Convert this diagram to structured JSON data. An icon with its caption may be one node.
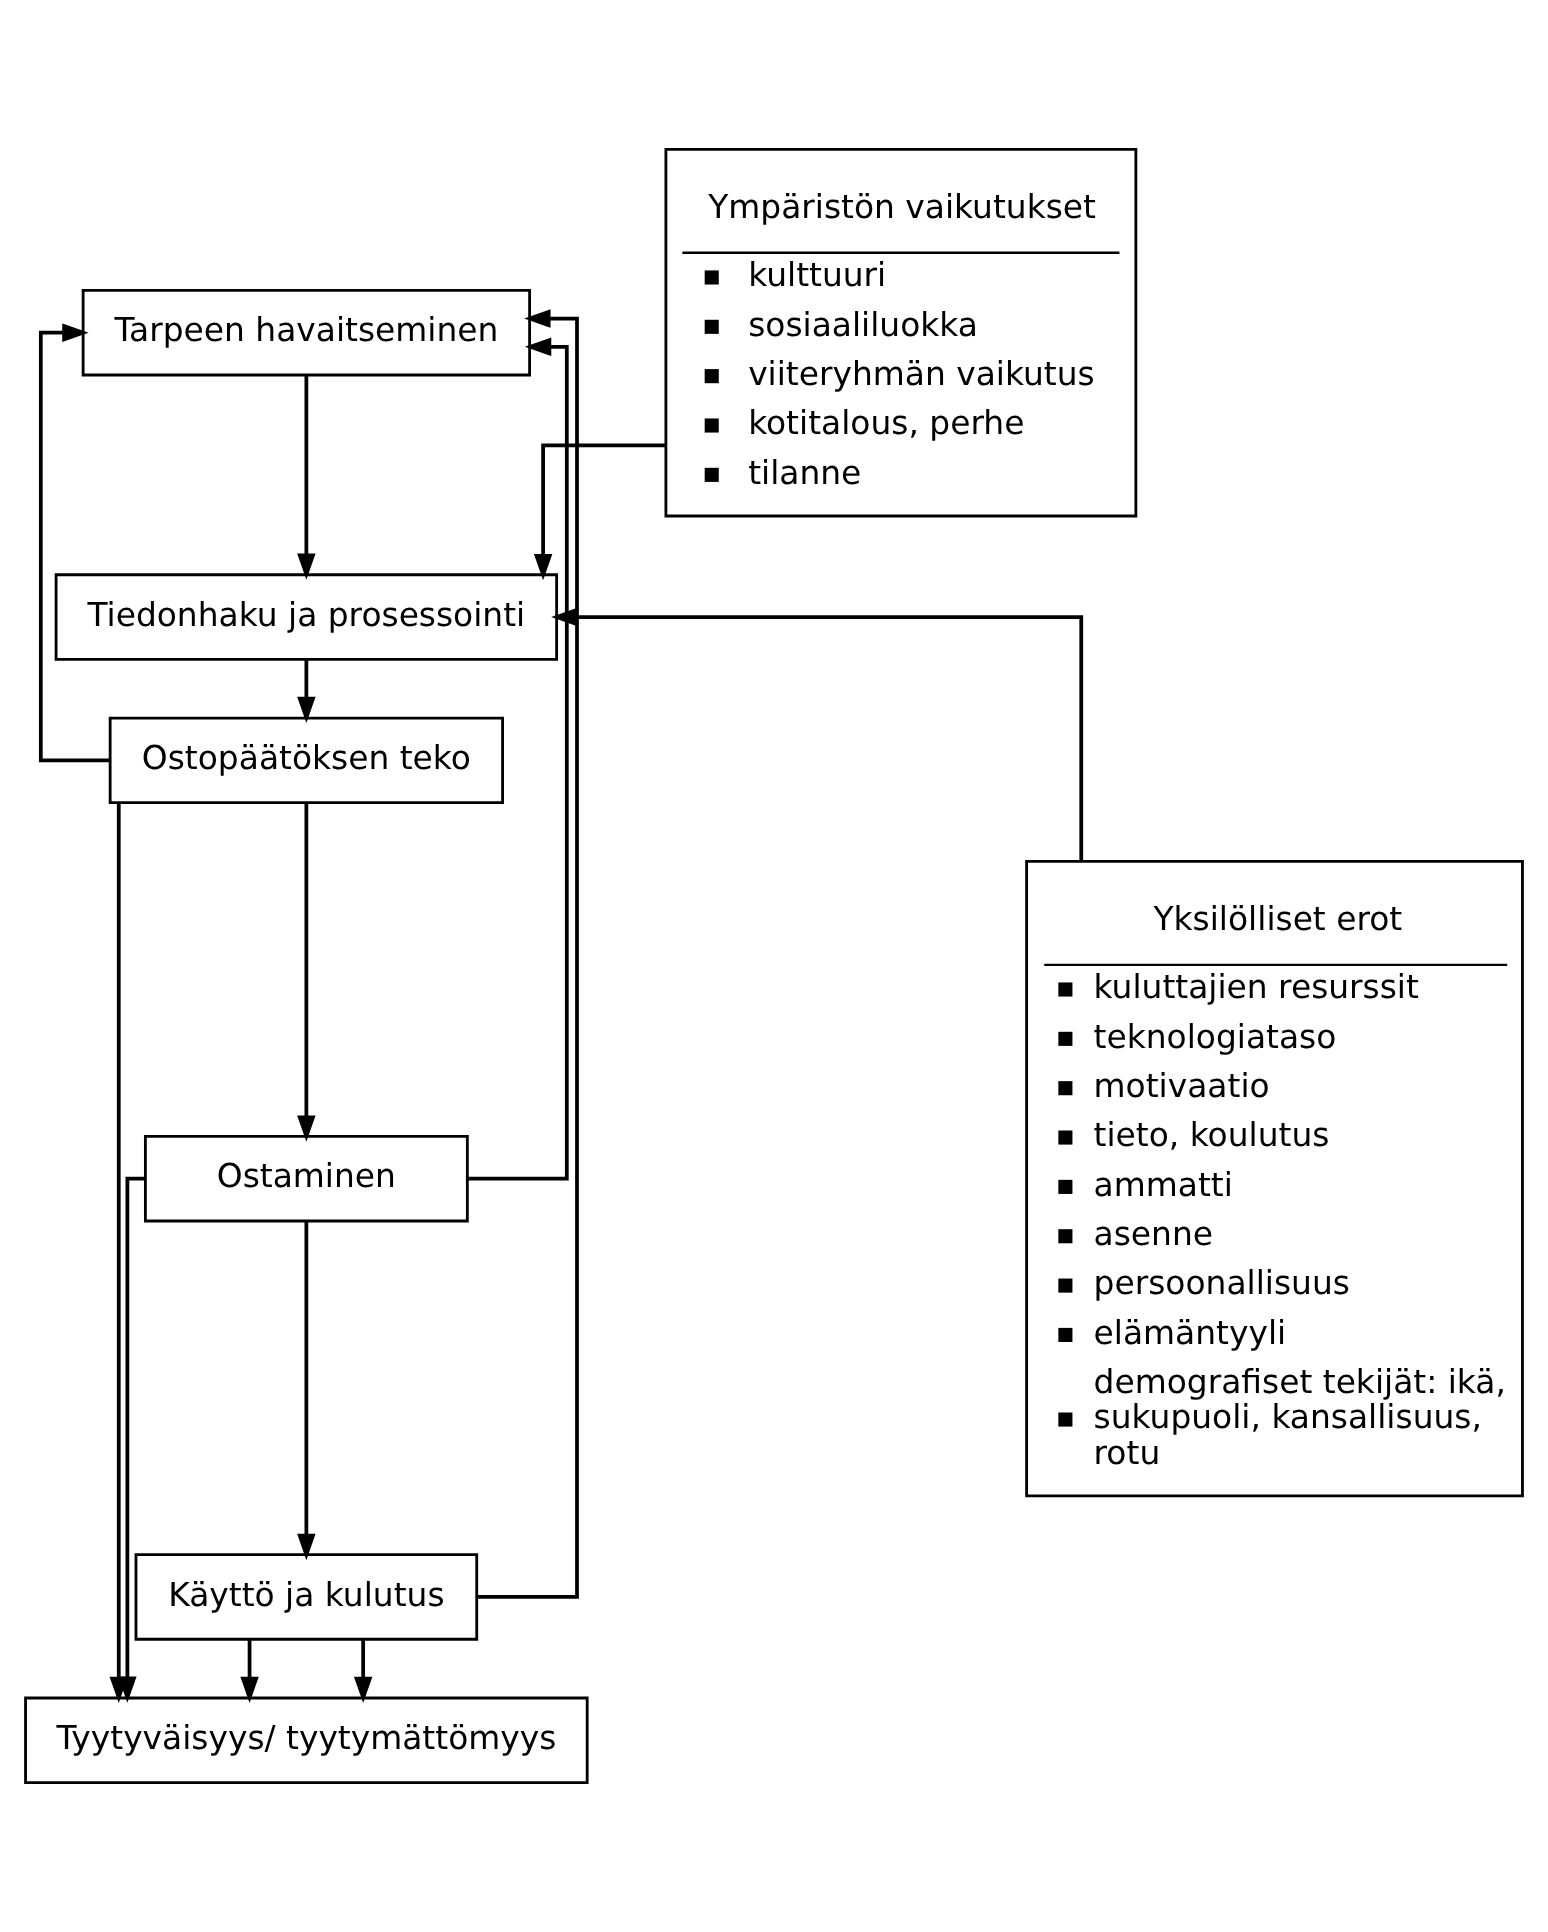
{
  "diagram": {
    "nodes": [
      {
        "text": [
          "Tarpeen havaitseminen"
        ]
      },
      {
        "text": [
          "Tiedonhaku ja prosessointi"
        ]
      },
      {
        "text": [
          "Ostopäätöksen teko"
        ]
      },
      {
        "text": [
          "Ostaminen"
        ]
      },
      {
        "text": [
          "Käyttö ja kulutus"
        ]
      },
      {
        "text": [
          "Tyytyväisyys/ tyytymättömyys"
        ]
      },
      {
        "text": [
          "Ympäristön vaikutukset",
          "kulttuuri",
          "sosiaaliluokka",
          "viiteryhmän vaikutus",
          "kotitalous, perhe",
          "tilanne"
        ]
      },
      {
        "text": [
          "Yksilölliset erot",
          "kuluttajien resurssit",
          "teknologiataso",
          "motivaatio",
          "tieto, koulutus",
          "ammatti",
          "asenne",
          "persoonallisuus",
          "elämäntyyli",
          "demografiset tekijät: ikä, sukupuoli, kansallisuus, rotu"
        ]
      }
    ],
    "edges": [
      {
        "from": 0,
        "to": 1,
        "arrow": "to"
      },
      {
        "from": 1,
        "to": 2,
        "arrow": "to"
      },
      {
        "from": 2,
        "to": 3,
        "arrow": "to"
      },
      {
        "from": 3,
        "to": 4,
        "arrow": "to"
      },
      {
        "from": 4,
        "to": 5,
        "arrow": "to"
      },
      {
        "from": 2,
        "to": 0,
        "arrow": "to"
      },
      {
        "from": 3,
        "to": 0,
        "arrow": "to"
      },
      {
        "from": 4,
        "to": 0,
        "arrow": "to"
      },
      {
        "from": 2,
        "to": 5,
        "arrow": "to"
      },
      {
        "from": 3,
        "to": 5,
        "arrow": "to"
      },
      {
        "from": 4,
        "to": 5,
        "arrow": "to"
      },
      {
        "from": 6,
        "to": 1,
        "arrow": "to"
      },
      {
        "from": 7,
        "to": 1,
        "arrow": "to"
      }
    ]
  }
}
